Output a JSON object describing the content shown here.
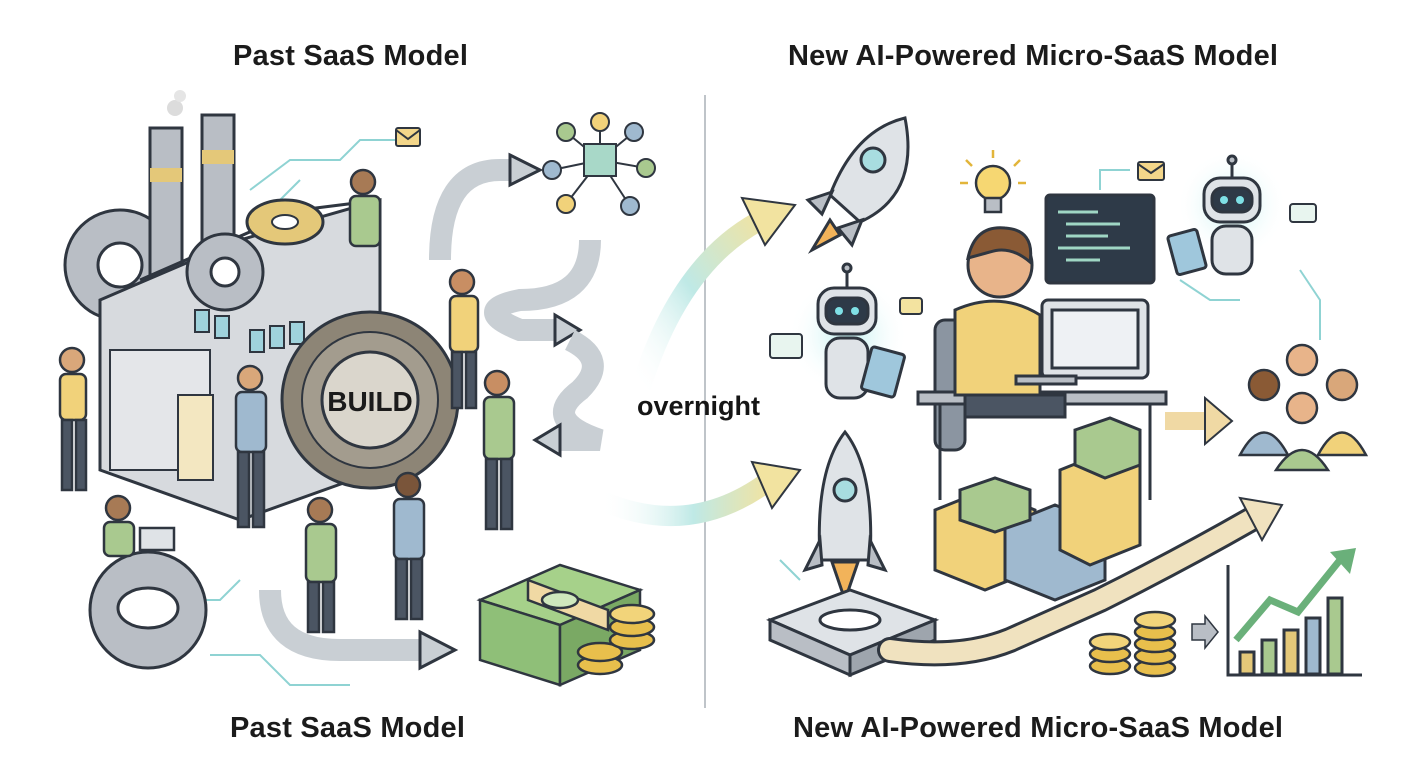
{
  "headings": {
    "left_top": "Past SaaS Model",
    "right_top": "New AI-Powered Micro-SaaS Model",
    "left_bottom": "Past SaaS Model",
    "right_bottom": "New AI-Powered Micro-SaaS Model"
  },
  "center_label": "overnight",
  "gear_label": "BUILD",
  "colors": {
    "outline": "#2f3640",
    "gear_gray": "#b9bec5",
    "gear_brown": "#8d8576",
    "gear_gold": "#e4c879",
    "shirt_yellow": "#f1d27a",
    "shirt_green": "#a9c98f",
    "shirt_blue": "#9fb9cf",
    "money_green": "#8fbf78",
    "coin_gold": "#e8bf4c",
    "glow_cyan": "#a8e4e6",
    "arrow_gray": "#c9cfd4",
    "chart_green": "#6ab07a"
  },
  "icons": [
    "factory-icon",
    "gear-icon",
    "envelope-icon",
    "network-icon",
    "money-stack-icon",
    "coin-icon",
    "rocket-icon",
    "lightbulb-icon",
    "robot-icon",
    "code-monitor-icon",
    "computer-icon",
    "box-icon",
    "growth-chart-icon",
    "customers-icon"
  ]
}
